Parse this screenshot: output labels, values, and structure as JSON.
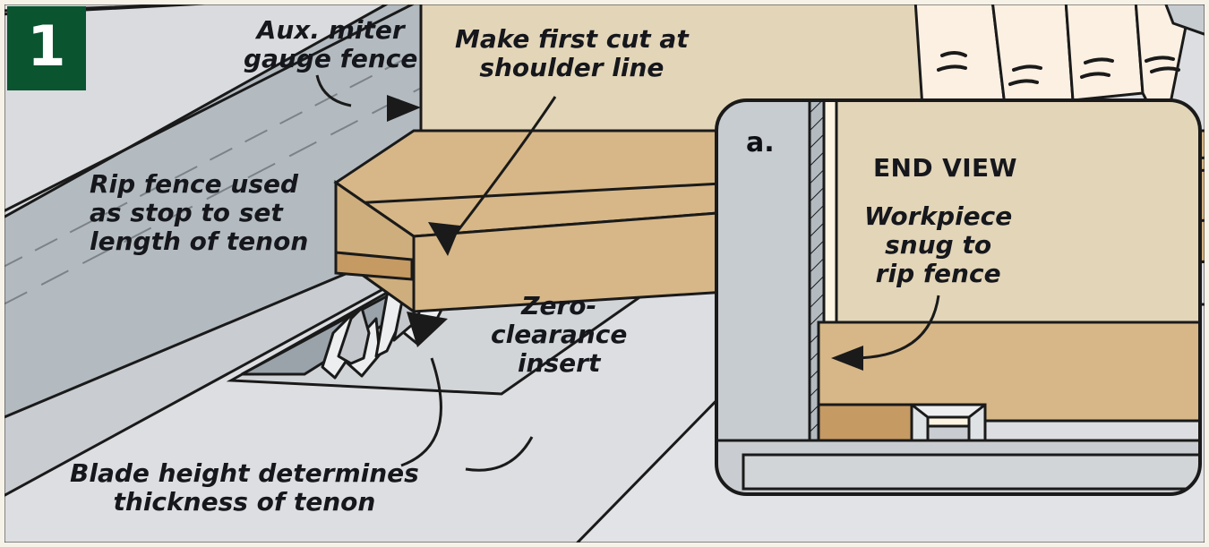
{
  "figure": {
    "step_number": "1",
    "caption_style": "technical woodworking illustration",
    "border_color": "#2a2a2a",
    "page_background": "#f7f2e7"
  },
  "colors": {
    "step_badge_green": "#0a5430",
    "step_badge_text": "#ffffff",
    "table_light_gray": "#dcdee1",
    "table_mid_gray": "#c9ccd0",
    "rip_fence_gray": "#b3bbc1",
    "fence_shadow_gray": "#9aa3aa",
    "insert_gray": "#d2d5d8",
    "blade_steel": "#eceef0",
    "blade_shadow": "#a9adb2",
    "wood_light": "#e3d5b8",
    "wood_mid": "#d7b787",
    "wood_dark": "#c59a63",
    "wood_pale": "#fdf4e2",
    "skin": "#fbf0e2",
    "outline": "#1a1a1a",
    "text_color": "#15171c"
  },
  "labels": {
    "aux_fence": "Aux. miter\ngauge fence",
    "make_cut": "Make first cut at\nshoulder line",
    "rip_fence": "Rip fence used\nas stop to set\nlength of tenon",
    "zero_clearance": "Zero-\nclearance\ninsert",
    "blade_height": "Blade height determines\nthickness of tenon",
    "end_view_title": "END VIEW",
    "workpiece_snug": "Workpiece\nsnug to\nrip fence",
    "substep_marker": "a."
  },
  "annotations": [
    {
      "name": "aux-miter-gauge-fence",
      "label": "Aux. miter gauge fence",
      "leader": "curve-right-arrow"
    },
    {
      "name": "make-first-cut",
      "label": "Make first cut at shoulder line",
      "leader": "curve-down-arrow"
    },
    {
      "name": "rip-fence-stop",
      "label": "Rip fence used as stop to set length of tenon",
      "leader": "none"
    },
    {
      "name": "zero-clearance-insert",
      "label": "Zero-clearance insert",
      "leader": "curve-up-left-arrow"
    },
    {
      "name": "blade-height",
      "label": "Blade height determines thickness of tenon",
      "leader": "curve-up-right"
    },
    {
      "name": "workpiece-snug",
      "label": "Workpiece snug to rip fence",
      "leader": "curve-down-left-arrow"
    }
  ],
  "parts": [
    {
      "name": "saw-table",
      "description": "table saw cast-iron top"
    },
    {
      "name": "miter-slot",
      "description": "miter gauge slot in table"
    },
    {
      "name": "rip-fence",
      "description": "rip fence used as length stop"
    },
    {
      "name": "aux-miter-gauge-fence",
      "description": "auxiliary wooden miter gauge fence"
    },
    {
      "name": "workpiece",
      "description": "board being cut for tenon"
    },
    {
      "name": "saw-blade",
      "description": "saw blade teeth above table"
    },
    {
      "name": "zero-clearance-insert",
      "description": "zero clearance throat plate"
    },
    {
      "name": "hand",
      "description": "hand holding workpiece"
    }
  ],
  "end_view": {
    "title": "END VIEW",
    "note": "Workpiece snug to rip fence",
    "marker": "a."
  }
}
